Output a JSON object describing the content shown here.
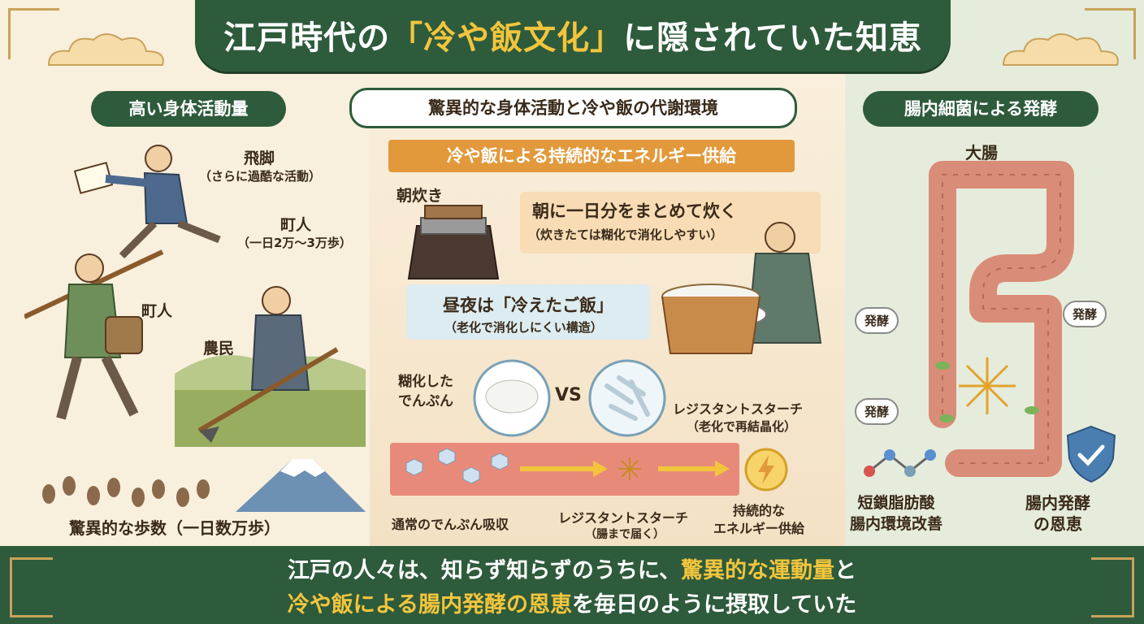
{
  "title": {
    "prefix": "江戸時代の",
    "highlight": "「冷や飯文化」",
    "suffix": "に隠されていた知恵"
  },
  "left": {
    "header": "高い身体活動量",
    "hikyaku_label": "飛脚",
    "hikyaku_note": "（さらに過酷な活動）",
    "chonin_label_top": "町人",
    "chonin_steps": "（一日2万〜3万歩）",
    "chonin_label_figure": "町人",
    "nomin_label": "農民",
    "footer_caption": "驚異的な歩数（一日数万歩）"
  },
  "middle": {
    "header": "驚異的な身体活動と冷や飯の代謝環境",
    "banner": "冷や飯による持続的なエネルギー供給",
    "asa_label": "朝炊き",
    "asa_title": "朝に一日分をまとめて炊く",
    "asa_note": "（炊きたては糊化で消化しやすい）",
    "hiru_title": "昼夜は「冷えたご飯」",
    "hiru_note": "（老化で消化しにくい構造）",
    "gelatinized_label": "糊化した\nでんぷん",
    "vs": "VS",
    "rs_label": "レジスタントスターチ",
    "rs_note": "（老化で再結晶化）",
    "normal_absorption": "通常のでんぷん吸収",
    "rs_flow_label": "レジスタントスターチ",
    "rs_flow_note": "（腸まで届く）",
    "sustained_label": "持続的な\nエネルギー供給"
  },
  "right": {
    "header": "腸内細菌による発酵",
    "large_intestine": "大腸",
    "ferment_1": "発酵",
    "ferment_2": "発酵",
    "ferment_3": "発酵",
    "scfa_label": "短鎖脂肪酸\n腸内環境改善",
    "benefit_label": "腸内発酵\nの恩恵"
  },
  "footer": {
    "line1_a": "江戸の人々は、知らず知らずのうちに、",
    "line1_b": "驚異的な運動量",
    "line1_c": "と",
    "line2_a": "冷や飯による腸内発酵の恩恵",
    "line2_b": "を毎日のように摂取していた"
  },
  "colors": {
    "green": "#2e5b3b",
    "gold": "#f2c53d",
    "orange": "#e2993b",
    "intestine": "#d98c78"
  }
}
